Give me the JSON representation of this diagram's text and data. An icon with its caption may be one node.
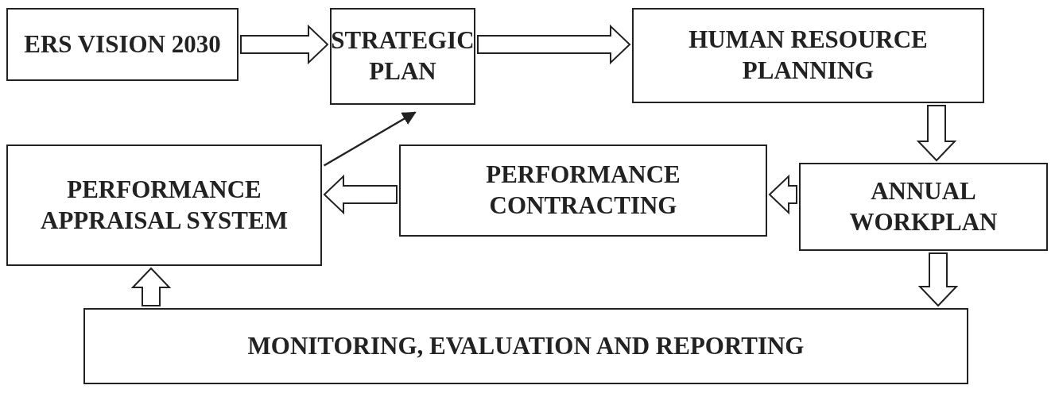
{
  "diagram": {
    "nodes": [
      {
        "text": [
          "ERS VISION 2030"
        ]
      },
      {
        "text": [
          "STRATEGIC PLAN"
        ]
      },
      {
        "text": [
          "HUMAN RESOURCE PLANNING"
        ]
      },
      {
        "text": [
          "PERFORMANCE APPRAISAL SYSTEM"
        ]
      },
      {
        "text": [
          "PERFORMANCE CONTRACTING"
        ]
      },
      {
        "text": [
          "ANNUAL WORKPLAN"
        ]
      },
      {
        "text": [
          "MONITORING, EVALUATION AND REPORTING"
        ]
      }
    ],
    "edges": [
      {
        "from": 0,
        "to": 1,
        "arrow": "to",
        "style": "thick"
      },
      {
        "from": 1,
        "to": 2,
        "arrow": "to",
        "style": "thick"
      },
      {
        "from": 2,
        "to": 5,
        "arrow": "to",
        "style": "thick"
      },
      {
        "from": 5,
        "to": 4,
        "arrow": "to",
        "style": "thick"
      },
      {
        "from": 4,
        "to": 3,
        "arrow": "to",
        "style": "thick"
      },
      {
        "from": 3,
        "to": 1,
        "arrow": "to"
      },
      {
        "from": 5,
        "to": 6,
        "arrow": "to",
        "style": "thick"
      },
      {
        "from": 6,
        "to": 3,
        "arrow": "to",
        "style": "thick"
      }
    ]
  }
}
